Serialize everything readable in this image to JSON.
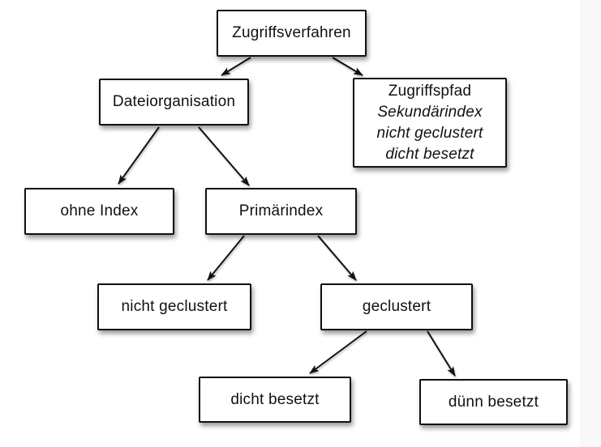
{
  "diagram": {
    "type": "tree",
    "nodes": {
      "zugriffsverfahren": {
        "label": "Zugriffsverfahren"
      },
      "dateiorganisation": {
        "label": "Dateiorganisation"
      },
      "zugriffspfad": {
        "lines": [
          "Zugriffspfad",
          "Sekundärindex",
          "nicht geclustert",
          "dicht besetzt"
        ]
      },
      "ohne_index": {
        "label": "ohne Index"
      },
      "primaerindex": {
        "label": "Primärindex"
      },
      "nicht_geclustert": {
        "label": "nicht geclustert"
      },
      "geclustert": {
        "label": "geclustert"
      },
      "dicht_besetzt": {
        "label": "dicht besetzt"
      },
      "duenn_besetzt": {
        "label": "dünn besetzt"
      }
    },
    "edges": [
      {
        "from": "zugriffsverfahren",
        "to": "dateiorganisation"
      },
      {
        "from": "zugriffsverfahren",
        "to": "zugriffspfad"
      },
      {
        "from": "dateiorganisation",
        "to": "ohne_index"
      },
      {
        "from": "dateiorganisation",
        "to": "primaerindex"
      },
      {
        "from": "primaerindex",
        "to": "nicht_geclustert"
      },
      {
        "from": "primaerindex",
        "to": "geclustert"
      },
      {
        "from": "geclustert",
        "to": "dicht_besetzt"
      },
      {
        "from": "geclustert",
        "to": "duenn_besetzt"
      }
    ],
    "colors": {
      "background": "#ffffff",
      "box_fill": "#ffffff",
      "box_border": "#111111",
      "text": "#111111",
      "arrow": "#111111",
      "right_strip": "#f8f8f8"
    }
  }
}
